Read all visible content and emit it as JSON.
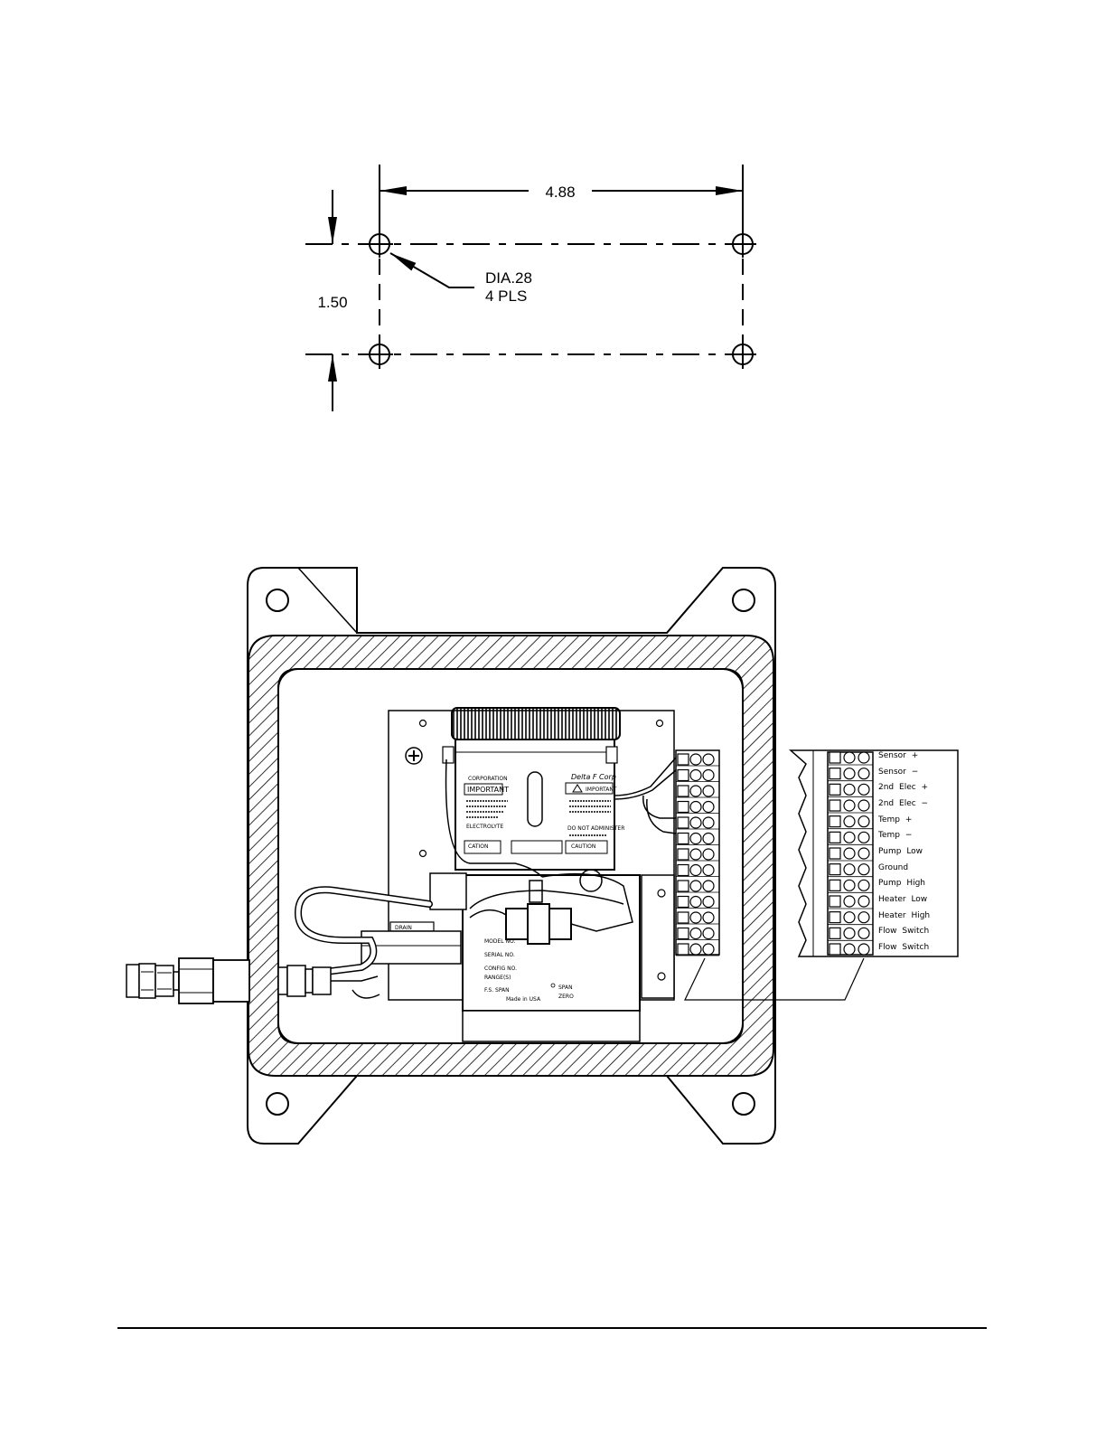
{
  "mounting_drawing": {
    "width_dim": "4.88",
    "height_dim": "1.50",
    "hole_callout_line1": "DIA.28",
    "hole_callout_line2": "4 PLS"
  },
  "enclosure": {
    "drain_label": "DRAIN",
    "sensor_label_left_brand": "CORPORATION",
    "sensor_label_left_heading": "IMPORTANT",
    "sensor_label_right_brand": "Delta F Corp",
    "sensor_label_right_heading": "IMPORTANT",
    "sensor_label_left_note": "ELECTROLYTE",
    "sensor_label_right_note": "DO NOT ADMINISTER",
    "sensor_label_left_box": "CATION",
    "sensor_label_right_box": "CAUTION",
    "nameplate": {
      "model": "MODEL NO.",
      "serial": "SERIAL NO.",
      "config": "CONFIG NO.",
      "range": "RANGE(S)",
      "fs_span": "F.S. SPAN",
      "span": "SPAN",
      "zero": "ZERO",
      "made_in": "Made in USA"
    }
  },
  "terminal_block": {
    "labels": [
      "Sensor +",
      "Sensor −",
      "2nd Elec +",
      "2nd Elec −",
      "Temp +",
      "Temp −",
      "Pump Low",
      "Ground",
      "Pump High",
      "Heater Low",
      "Heater High",
      "Flow Switch",
      "Flow Switch"
    ]
  }
}
